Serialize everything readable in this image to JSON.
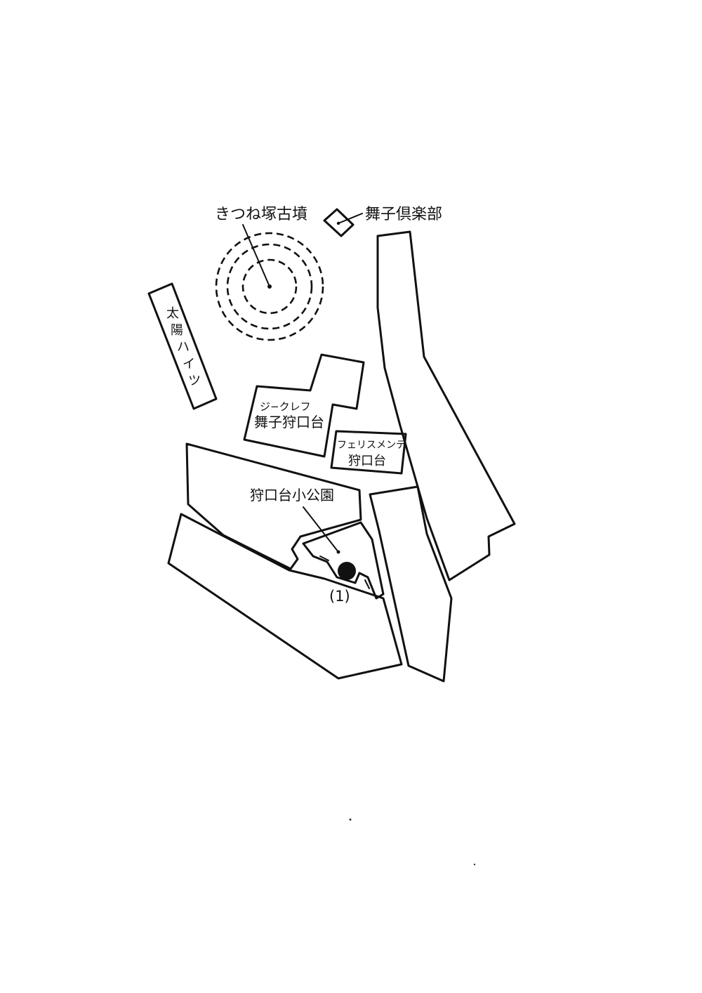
{
  "labels": {
    "kofun": "きつね塚古墳",
    "club": "舞子倶楽部",
    "taiyo_heights": [
      "太",
      "陽",
      "ハ",
      "イ",
      "ツ"
    ],
    "g_clef_small": "ジ−クレフ",
    "g_clef_main": "舞子狩口台",
    "felice_small": "フェリスメンテ",
    "felice_main": "狩口台",
    "park": "狩口台小公園",
    "marker": "(1)"
  },
  "colors": {
    "ink": "#111111",
    "paper": "#ffffff"
  }
}
